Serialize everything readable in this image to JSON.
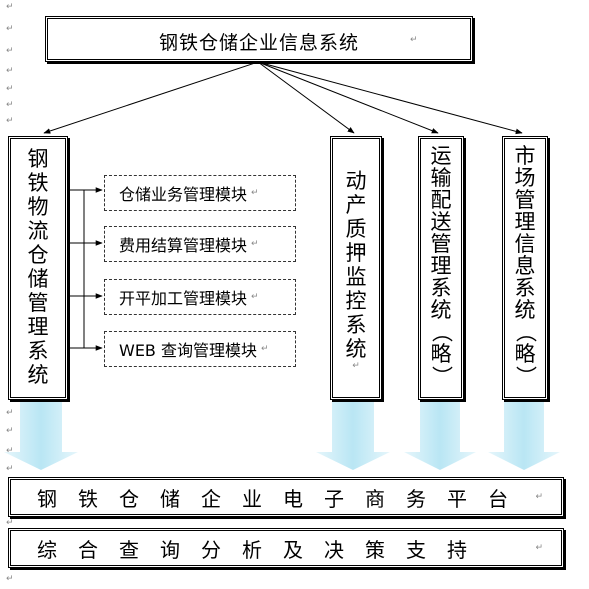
{
  "title": "钢铁仓储企业信息系统",
  "main_system": [
    "钢",
    "铁",
    "物",
    "流",
    "仓",
    "储",
    "管",
    "理",
    "系",
    "统"
  ],
  "modules": [
    "仓储业务管理模块",
    "费用结算管理模块",
    "开平加工管理模块",
    "WEB 查询管理模块"
  ],
  "columns": {
    "pledge": [
      "动",
      "产",
      "质",
      "押",
      "监",
      "控",
      "系",
      "统"
    ],
    "transport": [
      "运",
      "输",
      "配",
      "送",
      "管",
      "理",
      "系",
      "统",
      "（",
      "略",
      "）"
    ],
    "market": [
      "市",
      "场",
      "管",
      "理",
      "信",
      "息",
      "系",
      "统",
      "（",
      "略",
      "）"
    ]
  },
  "platform": "钢铁仓储企业电子商务平台",
  "decision": "综合查询分析及决策支持",
  "colors": {
    "arrow_fill": "#c9ecf7",
    "arrow_edge": "#e6f6fb",
    "line": "#000000",
    "para_mark": "#888888"
  },
  "para_mark_glyph": "↵"
}
